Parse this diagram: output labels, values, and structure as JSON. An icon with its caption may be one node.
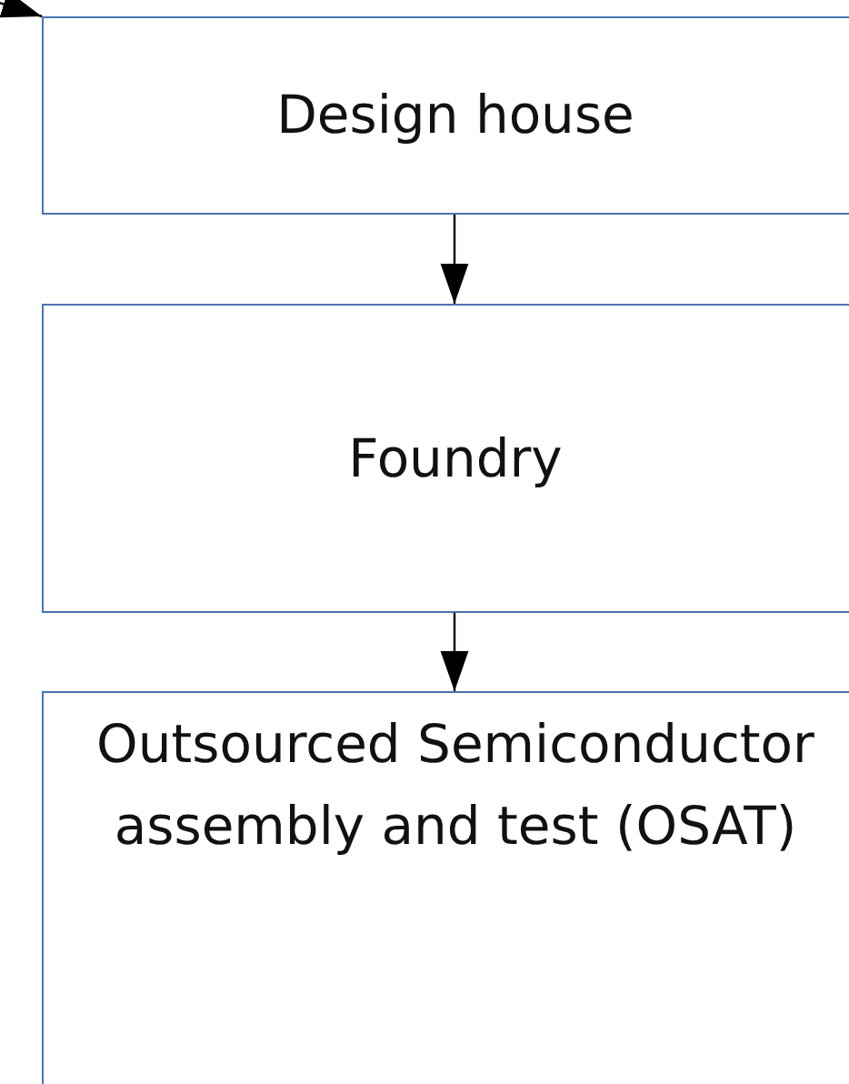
{
  "diagram": {
    "nodes": [
      {
        "text": [
          "Design house"
        ]
      },
      {
        "text": [
          "Foundry"
        ]
      },
      {
        "text": [
          "Outsourced Semiconductor assembly and test (OSAT)"
        ]
      }
    ],
    "edges": [
      {
        "from": null,
        "to": 0,
        "arrow": "to"
      },
      {
        "from": 0,
        "to": 1,
        "arrow": "to"
      },
      {
        "from": 1,
        "to": 2,
        "arrow": "to"
      }
    ]
  }
}
